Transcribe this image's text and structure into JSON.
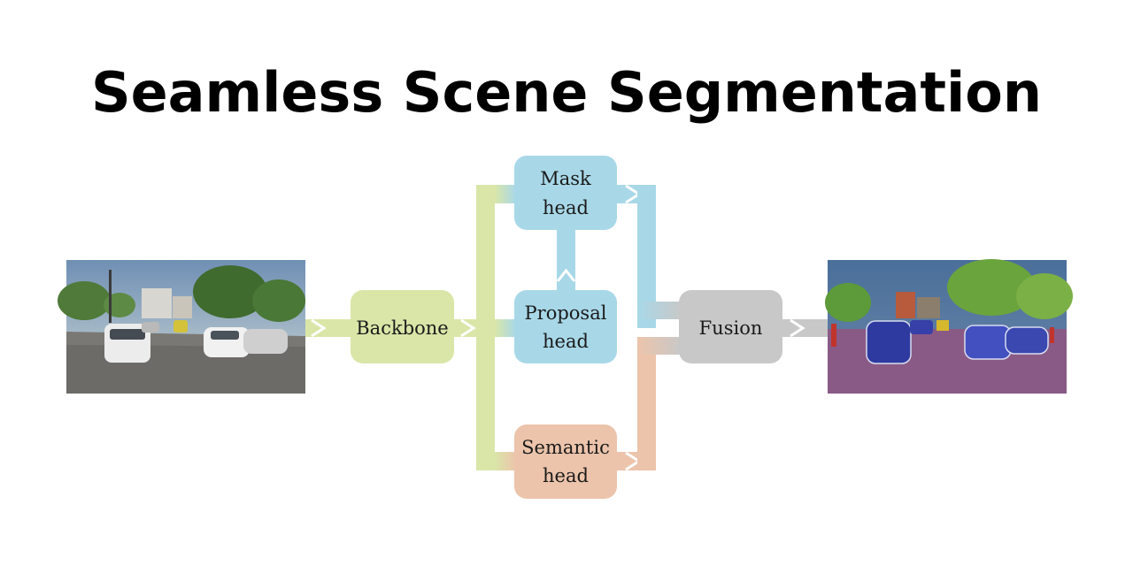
{
  "title": "Seamless Scene Segmentation",
  "nodes": {
    "backbone": {
      "label": "Backbone",
      "color": "#d9e6a8"
    },
    "mask_head": {
      "label_line1": "Mask",
      "label_line2": "head",
      "color": "#a8d8e8"
    },
    "proposal_head": {
      "label_line1": "Proposal",
      "label_line2": "head",
      "color": "#a8d8e8"
    },
    "semantic_head": {
      "label_line1": "Semantic",
      "label_line2": "head",
      "color": "#ecc4ab"
    },
    "fusion": {
      "label": "Fusion",
      "color": "#c8c8c8"
    }
  },
  "images": {
    "input": "input street scene photo",
    "output": "panoptic segmentation output"
  }
}
